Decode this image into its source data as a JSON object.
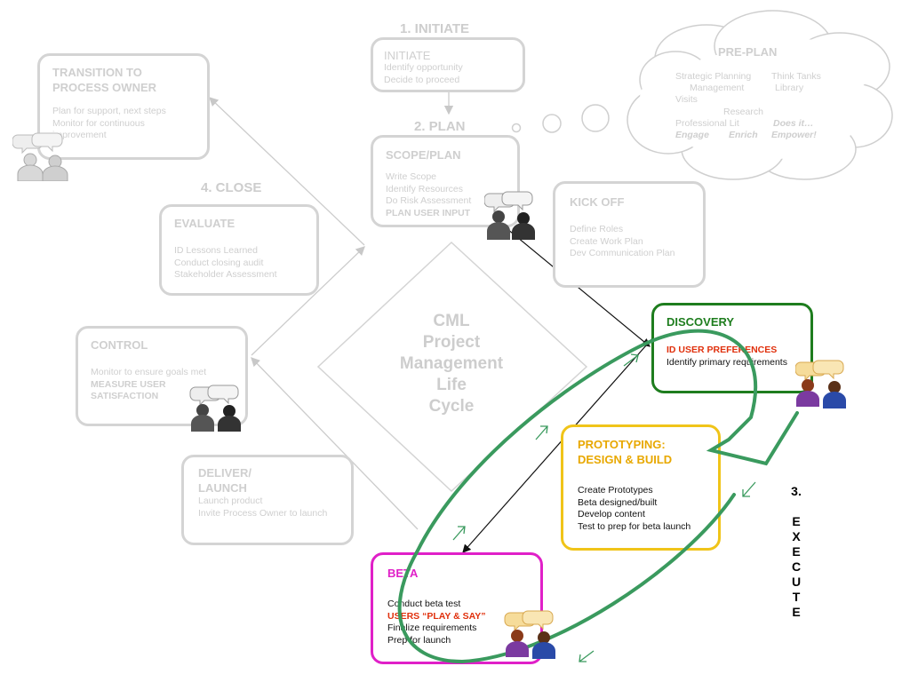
{
  "phases": {
    "initiate": "1.  INITIATE",
    "plan": "2. PLAN",
    "close": "4. CLOSE",
    "execute_num": "3.",
    "execute_letters": [
      "E",
      "X",
      "E",
      "C",
      "U",
      "T",
      "E"
    ]
  },
  "center": {
    "lines": [
      "CML",
      "Project",
      "Management",
      "Life",
      "Cycle"
    ]
  },
  "boxes": {
    "initiate": {
      "title": "INITIATE",
      "lines": [
        "Identify opportunity",
        "Decide to proceed"
      ]
    },
    "scope_plan": {
      "title": "SCOPE/PLAN",
      "lines": [
        "Write Scope",
        "Identify Resources",
        "Do Risk Assessment"
      ],
      "emph": "PLAN USER INPUT"
    },
    "kick_off": {
      "title": "KICK OFF",
      "lines": [
        "Define Roles",
        "Create Work Plan",
        "Dev Communication Plan"
      ]
    },
    "transition": {
      "title_lines": [
        "TRANSITION TO",
        "PROCESS OWNER"
      ],
      "lines": [
        "Plan for support, next steps",
        "Monitor for continuous",
        "improvement"
      ]
    },
    "evaluate": {
      "title": "EVALUATE",
      "lines": [
        "ID Lessons Learned",
        "Conduct closing audit",
        "Stakeholder Assessment"
      ]
    },
    "control": {
      "title": "CONTROL",
      "lines": [
        "Monitor to ensure goals met"
      ],
      "emph_lines": [
        "MEASURE USER",
        "SATISFACTION"
      ]
    },
    "deliver": {
      "title_lines": [
        "DELIVER/",
        "LAUNCH"
      ],
      "lines": [
        "Launch product",
        "Invite Process Owner to launch"
      ]
    },
    "discovery": {
      "title": "DISCOVERY",
      "emph": "ID USER PREFERENCES",
      "lines": [
        "Identify primary requirements"
      ]
    },
    "prototyping": {
      "title_lines": [
        "PROTOTYPING:",
        "DESIGN & BUILD"
      ],
      "lines": [
        "Create Prototypes",
        "Beta designed/built",
        "Develop content",
        "Test to prep for beta launch"
      ]
    },
    "beta": {
      "title": "BETA",
      "lines_before": [
        "Conduct beta test"
      ],
      "emph": "USERS “PLAY & SAY”",
      "lines_after": [
        "Finalize requirements",
        "Prep for launch"
      ]
    }
  },
  "cloud": {
    "title": "PRE-PLAN",
    "items": [
      "Strategic Planning",
      "Think Tanks",
      "Management",
      "Library",
      "Visits",
      "Research",
      "Professional Lit"
    ],
    "emph_items": [
      "Does it…",
      "Engage",
      "Enrich",
      "Empower!"
    ]
  },
  "colors": {
    "faded": "#cfcfcf",
    "discovery": "#1e7d1e",
    "prototyping": "#f0c419",
    "prototyping_title": "#e8a800",
    "beta": "#e020c8",
    "emphasis_red": "#e0300c",
    "cycle_green": "#3a9a5e"
  },
  "icons": [
    "user-pair-icon"
  ]
}
